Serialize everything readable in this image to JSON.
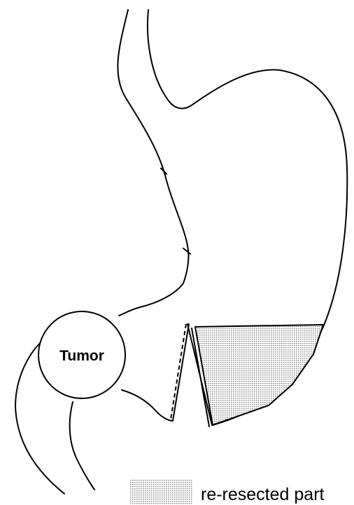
{
  "diagram": {
    "tumor_label": "Tumor",
    "legend": {
      "label": "re-resected part",
      "swatch": "dotted-gray-fill"
    }
  }
}
